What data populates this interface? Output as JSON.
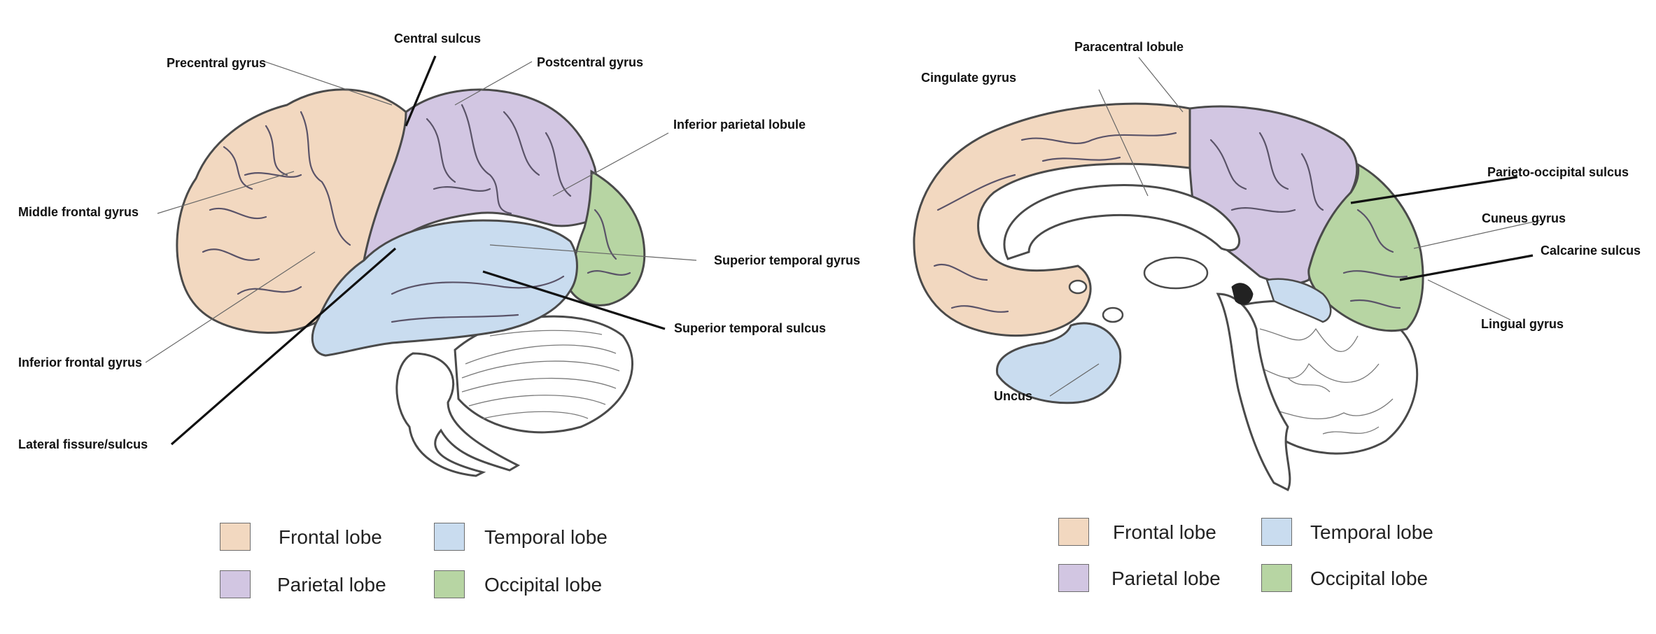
{
  "lobe_colors": {
    "frontal": "#f2d8c0",
    "parietal": "#d2c6e2",
    "temporal": "#c9dcef",
    "occipital": "#b7d5a3"
  },
  "lateral_view": {
    "labels": {
      "central_sulcus": "Central sulcus",
      "precentral_gyrus": "Precentral gyrus",
      "postcentral_gyrus": "Postcentral gyrus",
      "inferior_parietal_lobule": "Inferior parietal lobule",
      "middle_frontal_gyrus": "Middle frontal gyrus",
      "superior_temporal_gyrus": "Superior temporal gyrus",
      "superior_temporal_sulcus": "Superior temporal sulcus",
      "inferior_frontal_gyrus": "Inferior frontal gyrus",
      "lateral_fissure": "Lateral fissure/sulcus"
    },
    "legend": {
      "frontal": "Frontal lobe",
      "temporal": "Temporal lobe",
      "parietal": "Parietal lobe",
      "occipital": "Occipital lobe"
    }
  },
  "medial_view": {
    "labels": {
      "paracentral_lobule": "Paracentral lobule",
      "cingulate_gyrus": "Cingulate gyrus",
      "parieto_occipital_sulcus": "Parieto-occipital sulcus",
      "cuneus_gyrus": "Cuneus gyrus",
      "calcarine_sulcus": "Calcarine sulcus",
      "lingual_gyrus": "Lingual gyrus",
      "uncus": "Uncus"
    },
    "legend": {
      "frontal": "Frontal lobe",
      "temporal": "Temporal lobe",
      "parietal": "Parietal lobe",
      "occipital": "Occipital lobe"
    }
  }
}
